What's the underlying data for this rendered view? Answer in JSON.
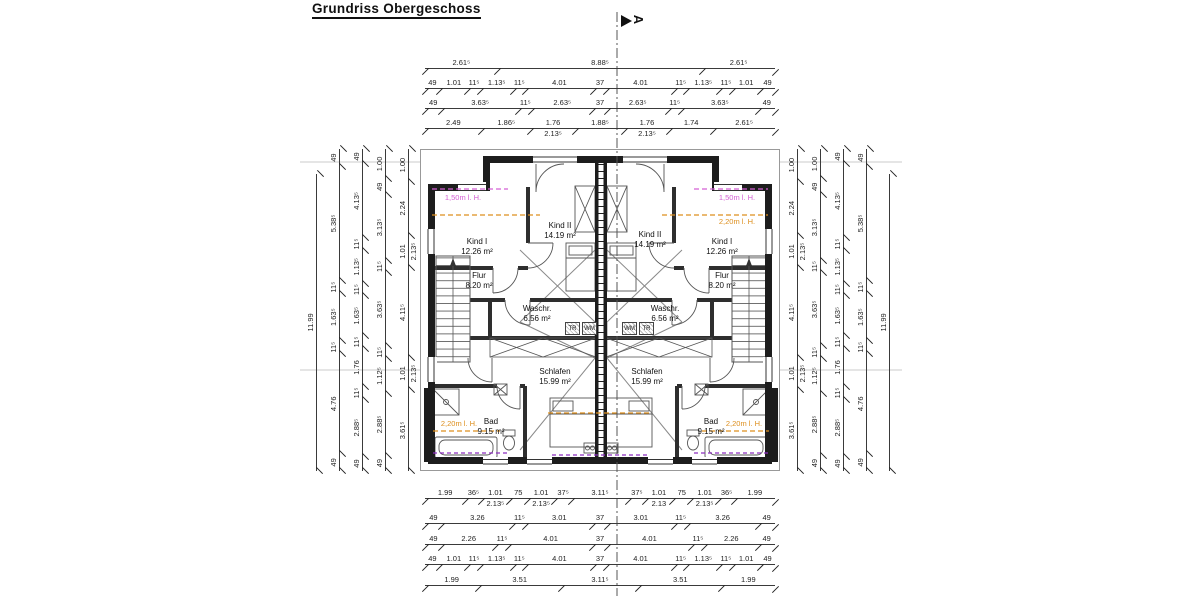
{
  "title": "Grundriss Obergeschoss",
  "section_marker": {
    "label": "A"
  },
  "rooms": [
    {
      "name": "Kind I",
      "area": "12.26 m²"
    },
    {
      "name": "Kind II",
      "area": "14.19 m²"
    },
    {
      "name": "Flur",
      "area": "8.20 m²"
    },
    {
      "name": "Waschr.",
      "area": "6.56 m²"
    },
    {
      "name": "Schlafen",
      "area": "15.99 m²"
    },
    {
      "name": "Bad",
      "area": "9.15 m²"
    },
    {
      "name": "Kind II",
      "area": "14.19 m²"
    },
    {
      "name": "Kind I",
      "area": "12.26 m²"
    },
    {
      "name": "Flur",
      "area": "8.20 m²"
    },
    {
      "name": "Waschr.",
      "area": "6.56 m²"
    },
    {
      "name": "Schlafen",
      "area": "15.99 m²"
    },
    {
      "name": "Bad",
      "area": "9.15 m²"
    }
  ],
  "heights": [
    {
      "text": "1,50m l. H."
    },
    {
      "text": "1,50m l. H."
    },
    {
      "text": "2,20m l. H."
    },
    {
      "text": "2,20m l. H."
    },
    {
      "text": "2,20m l. H."
    }
  ],
  "appliances": [
    "TR",
    "WM",
    "WM",
    "TR"
  ],
  "colors": {
    "magenta": "#d45fd4",
    "orange": "#dd8f1e",
    "violet": "#8c2fbf",
    "wall": "#1d1d1d"
  },
  "dimensions": {
    "top": [
      {
        "segs": [
          {
            "l": "2.61⁵",
            "v": 2.615
          },
          {
            "l": "8.88⁵",
            "v": 8.885
          },
          {
            "l": "2.61⁵",
            "v": 2.615
          }
        ]
      },
      {
        "segs": [
          {
            "l": "49",
            "v": 0.49
          },
          {
            "l": "1.01",
            "v": 1.01
          },
          {
            "l": "11⁵",
            "v": 0.115
          },
          {
            "l": "1.13⁵",
            "v": 1.135
          },
          {
            "l": "11⁵",
            "v": 0.115
          },
          {
            "l": "4.01",
            "v": 4.01
          },
          {
            "l": "37",
            "v": 0.37
          },
          {
            "l": "4.01",
            "v": 4.01
          },
          {
            "l": "11⁵",
            "v": 0.115
          },
          {
            "l": "1.13⁵",
            "v": 1.135
          },
          {
            "l": "11⁵",
            "v": 0.115
          },
          {
            "l": "1.01",
            "v": 1.01
          },
          {
            "l": "49",
            "v": 0.49
          }
        ]
      },
      {
        "segs": [
          {
            "l": "49",
            "v": 0.49
          },
          {
            "l": "3.63⁵",
            "v": 3.635
          },
          {
            "l": "11⁵",
            "v": 0.115
          },
          {
            "l": "2.63⁵",
            "v": 2.635
          },
          {
            "l": "37",
            "v": 0.37
          },
          {
            "l": "2.63⁵",
            "v": 2.635
          },
          {
            "l": "11⁵",
            "v": 0.115
          },
          {
            "l": "3.63⁵",
            "v": 3.635
          },
          {
            "l": "49",
            "v": 0.49
          }
        ]
      },
      {
        "segs": [
          {
            "l": "2.49",
            "v": 2.49
          },
          {
            "l": "1.86⁵",
            "v": 1.865
          },
          {
            "l": "1.76",
            "v": 1.76,
            "s": "2.13⁵"
          },
          {
            "l": "1.88⁵",
            "v": 1.885
          },
          {
            "l": "1.76",
            "v": 1.76,
            "s": "2.13⁵"
          },
          {
            "l": "1.74",
            "v": 1.74
          },
          {
            "l": "2.61⁵",
            "v": 2.615
          }
        ]
      }
    ],
    "bottom": [
      {
        "segs": [
          {
            "l": "1.99",
            "v": 1.99
          },
          {
            "l": "36⁵",
            "v": 0.365
          },
          {
            "l": "1.01",
            "v": 1.01,
            "s": "2.13⁵"
          },
          {
            "l": "75",
            "v": 0.75
          },
          {
            "l": "1.01",
            "v": 1.01,
            "s": "2.13⁵"
          },
          {
            "l": "37⁵",
            "v": 0.375
          },
          {
            "l": "3.11⁵",
            "v": 3.115
          },
          {
            "l": "37⁵",
            "v": 0.375
          },
          {
            "l": "1.01",
            "v": 1.01,
            "s": "2.13"
          },
          {
            "l": "75",
            "v": 0.75
          },
          {
            "l": "1.01",
            "v": 1.01,
            "s": "2.13⁵"
          },
          {
            "l": "36⁵",
            "v": 0.365
          },
          {
            "l": "1.99",
            "v": 1.99
          }
        ]
      },
      {
        "segs": [
          {
            "l": "49",
            "v": 0.49
          },
          {
            "l": "3.26",
            "v": 3.26
          },
          {
            "l": "11⁵",
            "v": 0.115
          },
          {
            "l": "3.01",
            "v": 3.01
          },
          {
            "l": "37",
            "v": 0.37
          },
          {
            "l": "3.01",
            "v": 3.01
          },
          {
            "l": "11⁵",
            "v": 0.115
          },
          {
            "l": "3.26",
            "v": 3.26
          },
          {
            "l": "49",
            "v": 0.49
          }
        ]
      },
      {
        "segs": [
          {
            "l": "49",
            "v": 0.49
          },
          {
            "l": "2.26",
            "v": 2.26
          },
          {
            "l": "11⁵",
            "v": 0.115
          },
          {
            "l": "4.01",
            "v": 4.01
          },
          {
            "l": "37",
            "v": 0.37
          },
          {
            "l": "4.01",
            "v": 4.01
          },
          {
            "l": "11⁵",
            "v": 0.115
          },
          {
            "l": "2.26",
            "v": 2.26
          },
          {
            "l": "49",
            "v": 0.49
          }
        ]
      },
      {
        "segs": [
          {
            "l": "49",
            "v": 0.49
          },
          {
            "l": "1.01",
            "v": 1.01
          },
          {
            "l": "11⁵",
            "v": 0.115
          },
          {
            "l": "1.13⁵",
            "v": 1.135
          },
          {
            "l": "11⁵",
            "v": 0.115
          },
          {
            "l": "4.01",
            "v": 4.01
          },
          {
            "l": "37",
            "v": 0.37
          },
          {
            "l": "4.01",
            "v": 4.01
          },
          {
            "l": "11⁵",
            "v": 0.115
          },
          {
            "l": "1.13⁵",
            "v": 1.135
          },
          {
            "l": "11⁵",
            "v": 0.115
          },
          {
            "l": "1.01",
            "v": 1.01
          },
          {
            "l": "49",
            "v": 0.49
          }
        ]
      },
      {
        "segs": [
          {
            "l": "1.99",
            "v": 1.99
          },
          {
            "l": "3.51",
            "v": 3.51
          },
          {
            "l": "3.11⁵",
            "v": 3.115
          },
          {
            "l": "3.51",
            "v": 3.51
          },
          {
            "l": "1.99",
            "v": 1.99
          }
        ]
      }
    ],
    "left": [
      {
        "segs": [
          {
            "l": "11.99",
            "v": 11.99
          }
        ]
      },
      {
        "segs": [
          {
            "l": "49",
            "v": 0.49
          },
          {
            "l": "5.38⁵",
            "v": 5.385
          },
          {
            "l": "11⁵",
            "v": 0.115
          },
          {
            "l": "1.63⁵",
            "v": 1.635
          },
          {
            "l": "11⁵",
            "v": 0.115
          },
          {
            "l": "4.76",
            "v": 4.76
          },
          {
            "l": "49",
            "v": 0.49
          }
        ]
      },
      {
        "segs": [
          {
            "l": "49",
            "v": 0.49
          },
          {
            "l": "4.13⁵",
            "v": 4.135
          },
          {
            "l": "11⁵",
            "v": 0.115
          },
          {
            "l": "1.13⁵",
            "v": 1.135
          },
          {
            "l": "11⁵",
            "v": 0.115
          },
          {
            "l": "1.63⁵",
            "v": 1.635
          },
          {
            "l": "11⁵",
            "v": 0.115
          },
          {
            "l": "1.76",
            "v": 1.76
          },
          {
            "l": "11⁵",
            "v": 0.115
          },
          {
            "l": "2.88⁵",
            "v": 2.885
          },
          {
            "l": "49",
            "v": 0.49
          }
        ]
      },
      {
        "segs": [
          {
            "l": "1.00",
            "v": 1.0
          },
          {
            "l": "49",
            "v": 0.49
          },
          {
            "l": "3.13⁵",
            "v": 3.135
          },
          {
            "l": "11⁵",
            "v": 0.115
          },
          {
            "l": "3.63⁵",
            "v": 3.635
          },
          {
            "l": "11⁵",
            "v": 0.115
          },
          {
            "l": "1.12⁵",
            "v": 1.125
          },
          {
            "l": "2.88⁵",
            "v": 2.885
          },
          {
            "l": "49",
            "v": 0.49
          }
        ]
      },
      {
        "segs": [
          {
            "l": "1.00",
            "v": 1.0
          },
          {
            "l": "2.24",
            "v": 2.24
          },
          {
            "l": "1.01",
            "v": 1.01,
            "s": "2.13⁵"
          },
          {
            "l": "4.11⁵",
            "v": 4.115
          },
          {
            "l": "1.01",
            "v": 1.01,
            "s": "2.13⁵"
          },
          {
            "l": "3.61⁵",
            "v": 3.615
          }
        ]
      }
    ],
    "right": [
      {
        "segs": [
          {
            "l": "1.00",
            "v": 1.0
          },
          {
            "l": "2.24",
            "v": 2.24
          },
          {
            "l": "1.01",
            "v": 1.01,
            "s": "2.13⁵"
          },
          {
            "l": "4.11⁵",
            "v": 4.115
          },
          {
            "l": "1.01",
            "v": 1.01,
            "s": "2.13⁵"
          },
          {
            "l": "3.61⁵",
            "v": 3.615
          }
        ]
      },
      {
        "segs": [
          {
            "l": "1.00",
            "v": 1.0
          },
          {
            "l": "49",
            "v": 0.49
          },
          {
            "l": "3.13⁵",
            "v": 3.135
          },
          {
            "l": "11⁵",
            "v": 0.115
          },
          {
            "l": "3.63⁵",
            "v": 3.635
          },
          {
            "l": "11⁵",
            "v": 0.115
          },
          {
            "l": "1.12⁵",
            "v": 1.125
          },
          {
            "l": "2.88⁵",
            "v": 2.885
          },
          {
            "l": "49",
            "v": 0.49
          }
        ]
      },
      {
        "segs": [
          {
            "l": "49",
            "v": 0.49
          },
          {
            "l": "4.13⁵",
            "v": 4.135
          },
          {
            "l": "11⁵",
            "v": 0.115
          },
          {
            "l": "1.13⁵",
            "v": 1.135
          },
          {
            "l": "11⁵",
            "v": 0.115
          },
          {
            "l": "1.63⁵",
            "v": 1.635
          },
          {
            "l": "11⁵",
            "v": 0.115
          },
          {
            "l": "1.76",
            "v": 1.76
          },
          {
            "l": "11⁵",
            "v": 0.115
          },
          {
            "l": "2.88⁵",
            "v": 2.885
          },
          {
            "l": "49",
            "v": 0.49
          }
        ]
      },
      {
        "segs": [
          {
            "l": "49",
            "v": 0.49
          },
          {
            "l": "5.38⁵",
            "v": 5.385
          },
          {
            "l": "11⁵",
            "v": 0.115
          },
          {
            "l": "1.63⁵",
            "v": 1.635
          },
          {
            "l": "11⁵",
            "v": 0.115
          },
          {
            "l": "4.76",
            "v": 4.76
          },
          {
            "l": "49",
            "v": 0.49
          }
        ]
      },
      {
        "segs": [
          {
            "l": "11.99",
            "v": 11.99
          }
        ]
      }
    ]
  }
}
